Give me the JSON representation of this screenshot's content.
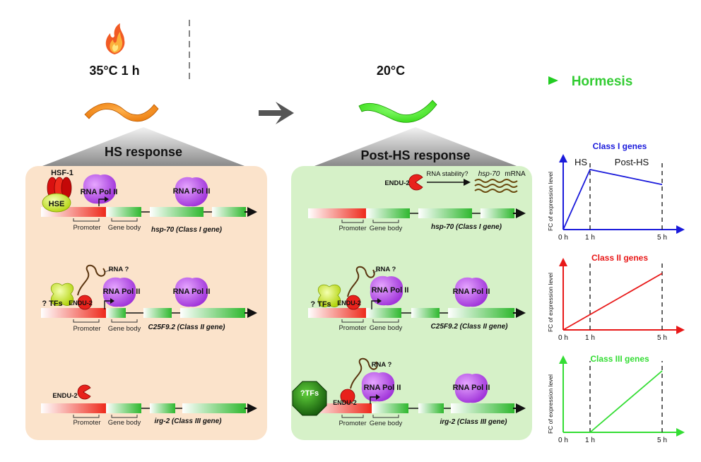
{
  "timeline": {
    "heat_label": "35°C 1 h",
    "recovery_label": "20°C",
    "outcome_label": "Hormesis",
    "colors": {
      "heat": "#e8150f",
      "recovery": "#22cc22",
      "outcome": "#33cc33"
    }
  },
  "panels": {
    "hs": {
      "title": "HS response",
      "bg": "#fbe3cb",
      "rows": [
        {
          "regulators": [
            "HSF-1",
            "HSE"
          ],
          "pol_labels": [
            "RNA Pol II",
            "RNA Pol II"
          ],
          "labels": [
            "Promoter",
            "Gene body"
          ],
          "gene": "hsp-70 (Class I gene)"
        },
        {
          "regulators": [
            "? TFs",
            "ENDU-2"
          ],
          "rna_label": "RNA ?",
          "pol_labels": [
            "RNA Pol II",
            "RNA Pol II"
          ],
          "labels": [
            "Promoter",
            "Gene body"
          ],
          "gene": "C25F9.2 (Class II gene)"
        },
        {
          "regulators": [
            "ENDU-2"
          ],
          "labels": [
            "Promoter",
            "Gene body"
          ],
          "gene": "irg-2 (Class III gene)"
        }
      ]
    },
    "post": {
      "title": "Post-HS response",
      "bg": "#d6f1c8",
      "stability": {
        "enzyme": "ENDU-2",
        "text": "RNA stability?",
        "mrna_gene": "hsp-70",
        "mrna_suffix": "mRNA"
      },
      "rows": [
        {
          "labels": [
            "Promoter",
            "Gene body"
          ],
          "gene": "hsp-70 (Class I gene)"
        },
        {
          "regulators": [
            "? TFs",
            "ENDU-2"
          ],
          "rna_label": "RNA ?",
          "pol_labels": [
            "RNA Pol II",
            "RNA Pol II"
          ],
          "labels": [
            "Promoter",
            "Gene body"
          ],
          "gene": "C25F9.2 (Class II gene)"
        },
        {
          "regulators": [
            "?TFs",
            "ENDU-2"
          ],
          "rna_label": "RNA ?",
          "pol_labels": [
            "RNA Pol II",
            "RNA Pol II"
          ],
          "labels": [
            "Promoter",
            "Gene body"
          ],
          "gene": "irg-2 (Class III gene)"
        }
      ]
    }
  },
  "graphs": [
    {
      "title": "Class I genes",
      "color": "#1a1adb",
      "phase_labels": [
        "HS",
        "Post-HS"
      ],
      "ylabel": "FC of expression level",
      "xticks": [
        "0 h",
        "1 h",
        "5 h"
      ],
      "curve_hours": [
        0,
        1,
        5
      ],
      "curve_values": [
        0,
        1.0,
        0.75
      ]
    },
    {
      "title": "Class II genes",
      "color": "#e81818",
      "ylabel": "FC of expression level",
      "xticks": [
        "0 h",
        "1 h",
        "5 h"
      ],
      "curve_hours": [
        0,
        5
      ],
      "curve_values": [
        0,
        1.0
      ]
    },
    {
      "title": "Class III genes",
      "color": "#33dd33",
      "ylabel": "FC of expression level",
      "xticks": [
        "0 h",
        "1 h",
        "5 h"
      ],
      "curve_hours": [
        0,
        1,
        5
      ],
      "curve_values": [
        0,
        0,
        1.0
      ]
    }
  ]
}
